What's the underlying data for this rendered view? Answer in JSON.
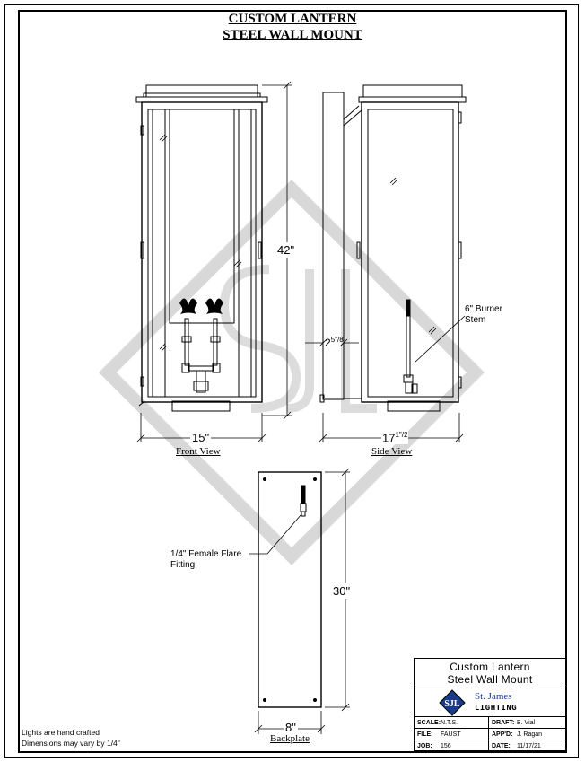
{
  "drawing": {
    "title_line1": "CUSTOM LANTERN",
    "title_line2": "STEEL WALL MOUNT"
  },
  "dimensions": {
    "height": "42\"",
    "front_width": "15\"",
    "side_width_whole": "17",
    "side_width_fraction": "1\"/2",
    "mount_depth_whole": "2",
    "mount_depth_fraction": "5\"/8",
    "backplate_height": "30\"",
    "backplate_width": "8\""
  },
  "callouts": {
    "burner_stem_line1": "6\" Burner",
    "burner_stem_line2": "Stem",
    "flare_fitting_line1": "1/4\" Female Flare",
    "flare_fitting_line2": "Fitting"
  },
  "views": {
    "front": "Front View",
    "side": "Side View",
    "backplate": "Backplate"
  },
  "notes": {
    "line1": "Lights are hand crafted",
    "line2": "Dimensions may vary by 1/4\""
  },
  "title_block": {
    "name_line1": "Custom Lantern",
    "name_line2": "Steel Wall Mount",
    "company_line1": "St. James",
    "company_line2": "LIGHTING",
    "logo_text": "SJL",
    "scale_label": "SCALE:",
    "scale_value": "N.T.S.",
    "draft_label": "DRAFT:",
    "draft_value": "B. Vial",
    "file_label": "FILE:",
    "file_value": "FAUST",
    "appd_label": "APP'D:",
    "appd_value": "J. Ragan",
    "job_label": "JOB:",
    "job_value": "156",
    "date_label": "DATE:",
    "date_value": "11/17/21"
  },
  "watermark_text": "SJL"
}
